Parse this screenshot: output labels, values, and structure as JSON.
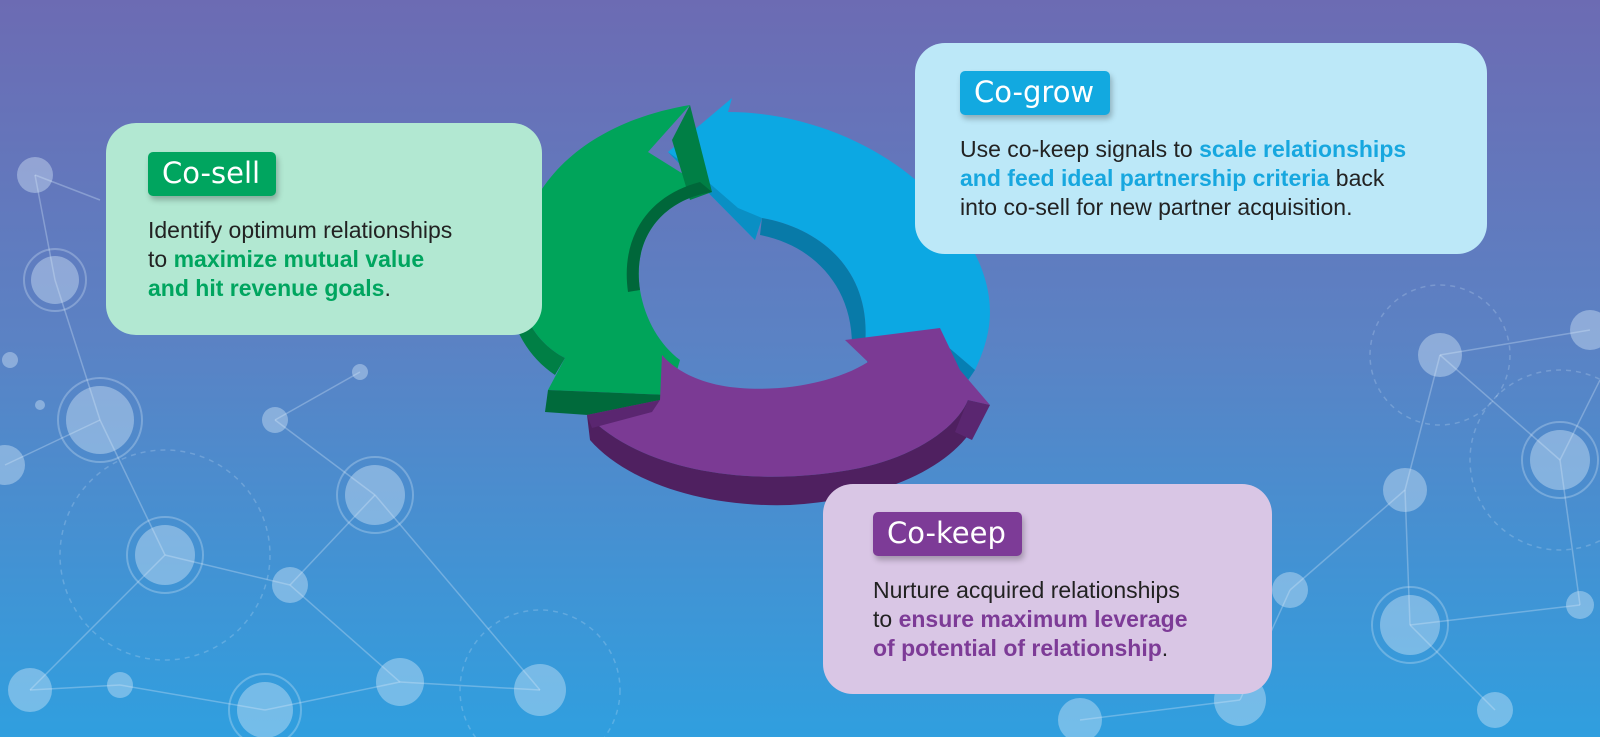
{
  "colors": {
    "green": "#00a55f",
    "blue": "#12a9e0",
    "purple": "#7d3b97",
    "green_card": "#b2e8d2",
    "blue_card": "#bce8f8",
    "purple_card": "#d9c6e5"
  },
  "cycle_icon": "three-arrow-cycle-icon",
  "cards": {
    "cosell": {
      "tag": "Co-sell",
      "text_before": "Identify optimum relationships\nto ",
      "highlight": "maximize mutual value\nand hit revenue goals",
      "text_after": "."
    },
    "cogrow": {
      "tag": "Co-grow",
      "text_before": "Use co-keep signals to ",
      "highlight": "scale relationships\nand feed ideal partnership criteria",
      "text_after": " back\ninto co-sell for new partner acquisition."
    },
    "cokeep": {
      "tag": "Co-keep",
      "text_before": "Nurture acquired relationships\nto ",
      "highlight": "ensure maximum leverage\nof potential of relationship",
      "text_after": "."
    }
  }
}
